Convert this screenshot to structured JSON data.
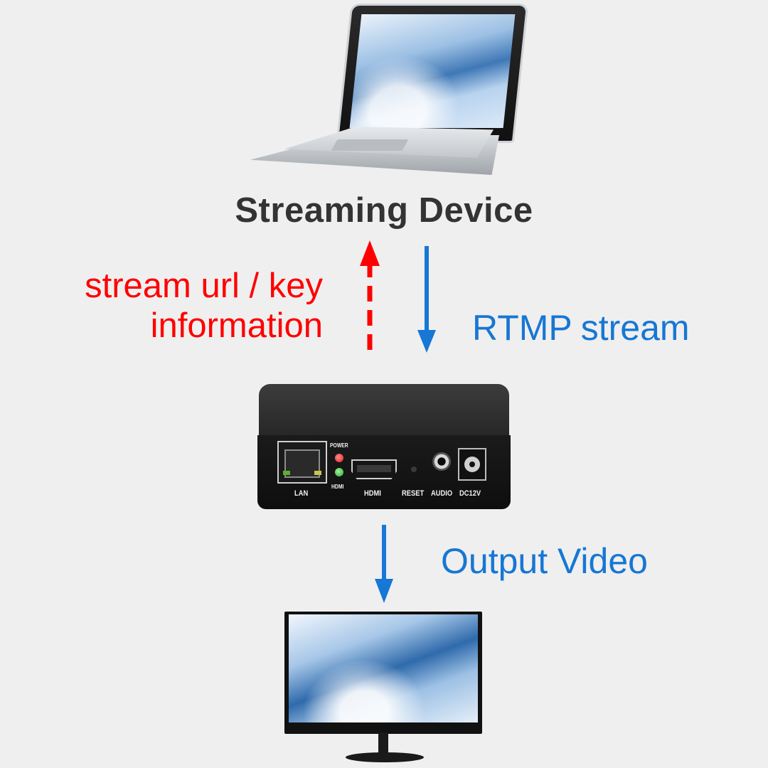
{
  "title": "Streaming Device",
  "left_label": {
    "line1": "stream url / key",
    "line2": "information"
  },
  "right_label": {
    "part1": "RTMP",
    "part2": "stream"
  },
  "bottom_label": "Output Video",
  "device_ports": {
    "power": "POWER",
    "hdmi_led": "HDMI",
    "lan": "LAN",
    "hdmi": "HDMI",
    "reset": "RESET",
    "audio": "AUDIO",
    "dc": "DC12V"
  },
  "colors": {
    "title": "#333333",
    "request_arrow": "#ff0000",
    "stream_arrow": "#1677d4",
    "background": "#efefef"
  },
  "icons": [
    "laptop-icon",
    "encoder-device-icon",
    "monitor-icon",
    "dashed-up-arrow-icon",
    "down-arrow-icon"
  ]
}
